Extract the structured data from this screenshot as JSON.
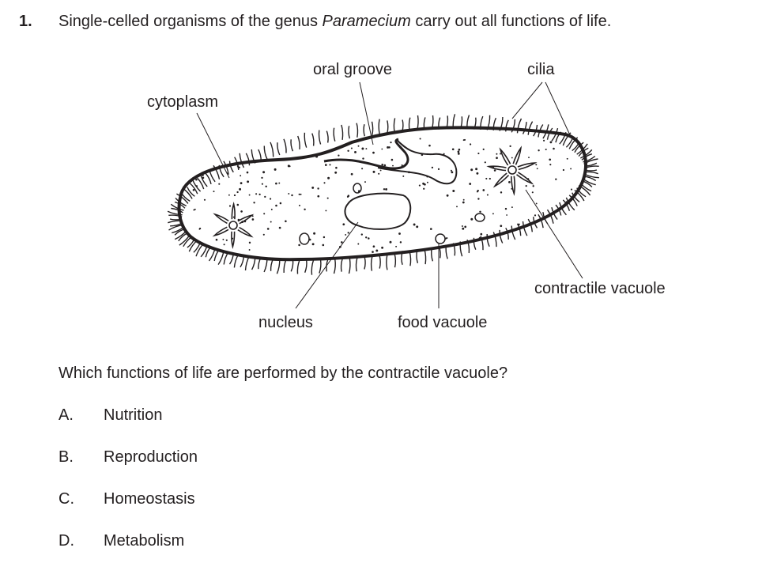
{
  "question": {
    "number": "1.",
    "stem_before": "Single-celled organisms of the genus ",
    "stem_italic": "Paramecium",
    "stem_after": " carry out all functions of life.",
    "prompt": "Which functions of life are performed by the contractile vacuole?",
    "options": [
      {
        "letter": "A.",
        "text": "Nutrition"
      },
      {
        "letter": "B.",
        "text": "Reproduction"
      },
      {
        "letter": "C.",
        "text": "Homeostasis"
      },
      {
        "letter": "D.",
        "text": "Metabolism"
      }
    ]
  },
  "diagram": {
    "labels": {
      "oral_groove": "oral groove",
      "cilia": "cilia",
      "cytoplasm": "cytoplasm",
      "contractile_vacuole": "contractile vacuole",
      "nucleus": "nucleus",
      "food_vacuole": "food vacuole"
    }
  }
}
